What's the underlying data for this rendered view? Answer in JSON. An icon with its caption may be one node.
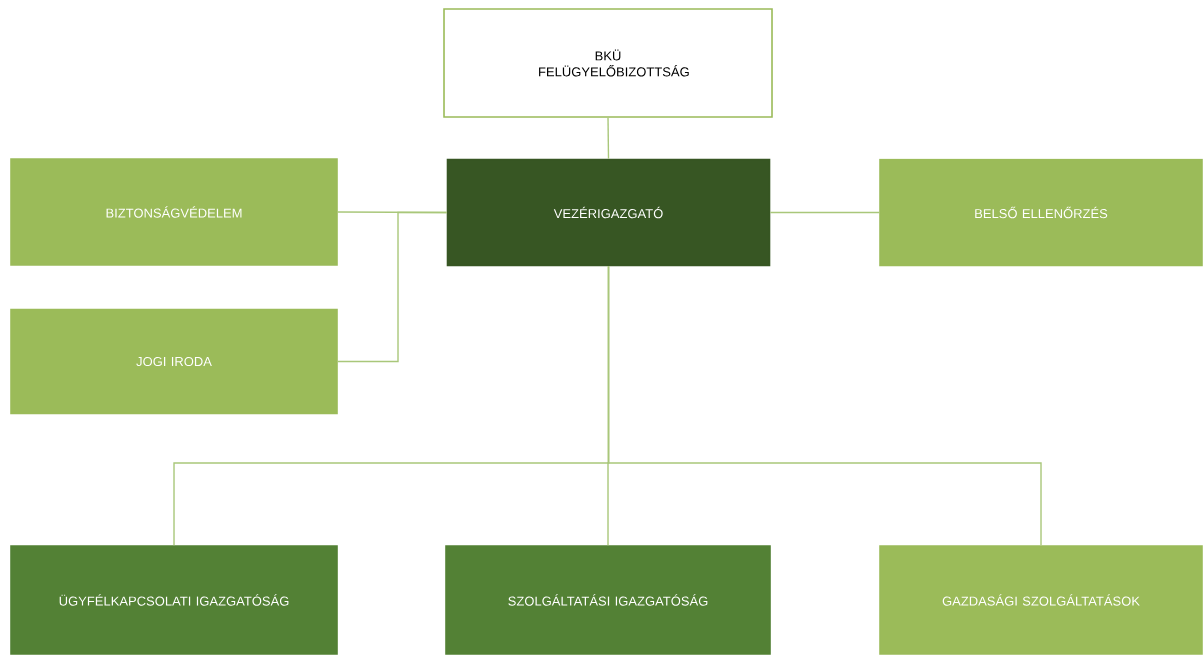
{
  "diagram": {
    "nodes": [
      {
        "text": [
          "BKÜ FELÜGYELŐBIZOTTSÁG"
        ]
      },
      {
        "text": [
          "BIZTONSÁGVÉDELEM"
        ]
      },
      {
        "text": [
          "VEZÉRIGAZGATÓ"
        ]
      },
      {
        "text": [
          "BELSŐ ELLENŐRZÉS"
        ]
      },
      {
        "text": [
          "JOGI IRODA"
        ]
      },
      {
        "text": [
          "ÜGYFÉLKAPCSOLATI IGAZGATÓSÁG"
        ]
      },
      {
        "text": [
          "SZOLGÁLTATÁSI IGAZGATÓSÁG"
        ]
      },
      {
        "text": [
          "GAZDASÁGI SZOLGÁLTATÁSOK"
        ]
      }
    ],
    "edges": [
      {
        "from": 0,
        "to": 2,
        "arrow": "none"
      },
      {
        "from": 2,
        "to": 1,
        "arrow": "none"
      },
      {
        "from": 2,
        "to": 4,
        "arrow": "none"
      },
      {
        "from": 2,
        "to": 3,
        "arrow": "none"
      },
      {
        "from": 2,
        "to": 5,
        "arrow": "none"
      },
      {
        "from": 2,
        "to": 6,
        "arrow": "none"
      },
      {
        "from": 2,
        "to": 7,
        "arrow": "none"
      }
    ]
  }
}
